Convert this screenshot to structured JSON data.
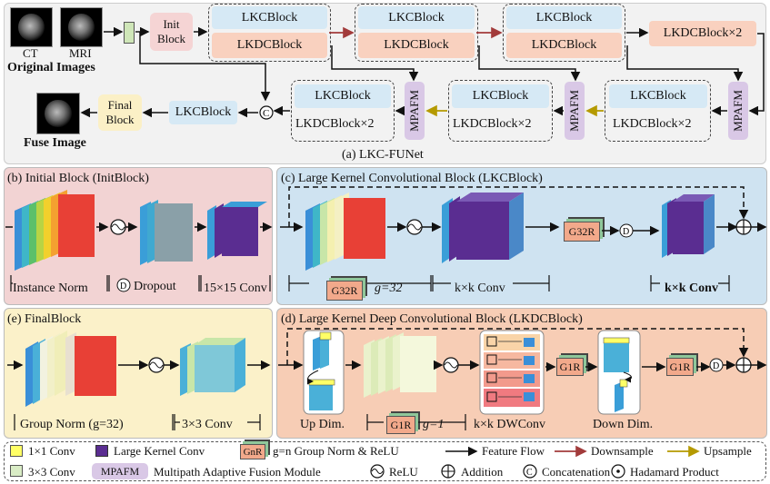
{
  "top": {
    "ct_label": "CT",
    "mri_label": "MRI",
    "original_images": "Original Images",
    "fuse_image": "Fuse Image",
    "init_block": [
      "Init",
      "Block"
    ],
    "final_block": [
      "Final",
      "Block"
    ],
    "lkc": "LKCBlock",
    "lkdc": "LKDCBlock",
    "lkdc2": "LKDCBlock×2",
    "mpafm": "MPAFM",
    "concat": "C",
    "caption": "(a) LKC-FUNet"
  },
  "panel_b": {
    "title": "(b) Initial Block (InitBlock)",
    "instance_norm": "Instance Norm",
    "dropout_symbol": "D",
    "dropout": "Dropout",
    "conv": "15×15 Conv"
  },
  "panel_c": {
    "title": "(c) Large Kernel Convolutional Block (LKCBlock)",
    "g32r": "G32R",
    "g_eq": "g=32",
    "kconv": "k×k Conv",
    "kconv2": "k×k Conv",
    "dropout_symbol": "D"
  },
  "panel_e": {
    "title": "(e) FinalBlock",
    "group_norm": "Group Norm (g=32)",
    "conv": "3×3 Conv"
  },
  "panel_d": {
    "title": "(d) Large Kernel Deep Convolutional Block (LKDCBlock)",
    "up_dim": "Up Dim.",
    "g1r": "G1R",
    "g_eq": "g=1",
    "dwconv": "k×k DWConv",
    "down_dim": "Down Dim.",
    "dropout_symbol": "D"
  },
  "legend": {
    "conv1": "1×1 Conv",
    "large_kernel": "Large Kernel Conv",
    "gnr_symbol": "GnR",
    "gnr_text": "g=n  Group Norm & ReLU",
    "feature_flow": "Feature Flow",
    "downsample": "Downsample",
    "upsample": "Upsample",
    "conv3": "3×3 Conv",
    "mpafm_symbol": "MPAFM",
    "mpafm_text": "Multipath Adaptive Fusion Module",
    "relu": "ReLU",
    "addition": "Addition",
    "concat_symbol": "C",
    "concatenation": "Concatenation",
    "hadamard": "Hadamard Product"
  },
  "colors": {
    "lkc": "#d6e9f5",
    "lkdc": "#f9d1bf",
    "mpafm": "#d9c8e6",
    "panel_b": "#f2d3d3",
    "panel_c": "#cfe3f1",
    "panel_d": "#f7cdb5",
    "panel_e": "#fbf1c9",
    "downsample": "#a23b3b",
    "upsample": "#b59a00",
    "conv1": "#ffff66",
    "large_kernel": "#5a2d91",
    "conv3": "#d9ecc5"
  }
}
